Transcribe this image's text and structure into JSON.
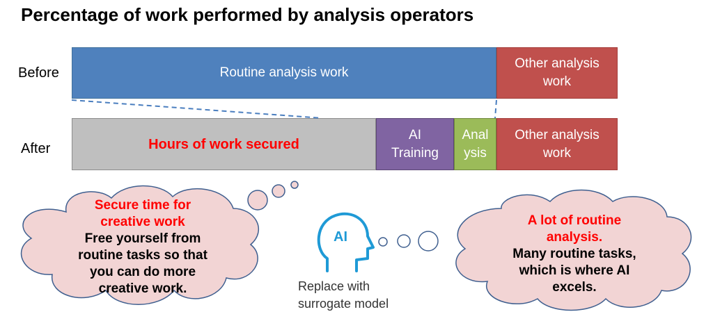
{
  "title": "Percentage of work performed by analysis operators",
  "rows": {
    "before_label": "Before",
    "after_label": "After"
  },
  "before_bar": {
    "routine": "Routine analysis work",
    "other_line1": "Other analysis",
    "other_line2": "work"
  },
  "after_bar": {
    "secured": "Hours of work secured",
    "ai_line1": "AI",
    "ai_line2": "Training",
    "analysis_line1": "Anal",
    "analysis_line2": "ysis",
    "other_line1": "Other analysis",
    "other_line2": "work"
  },
  "left_bubble": {
    "headline_line1": "Secure time for",
    "headline_line2": "creative work",
    "body_line1": "Free yourself from",
    "body_line2": "routine tasks so that",
    "body_line3": "you can do more",
    "body_line4": "creative work."
  },
  "right_bubble": {
    "headline_line1": "A lot of routine",
    "headline_line2": "analysis.",
    "body_line1": "Many routine tasks,",
    "body_line2": "which is where AI",
    "body_line3": "excels."
  },
  "ai_icon_text": "AI",
  "caption": "Replace with\nsurrogate model",
  "colors": {
    "routine": "#4f81bd",
    "other": "#c0504d",
    "secured": "#bfbfbf",
    "ai_training": "#8064a2",
    "analysis": "#9bbb59",
    "bubble_fill": "#f2d4d4",
    "bubble_stroke": "#3f5f8f",
    "headline": "#ff0000",
    "ai_icon": "#1f9ad6"
  }
}
